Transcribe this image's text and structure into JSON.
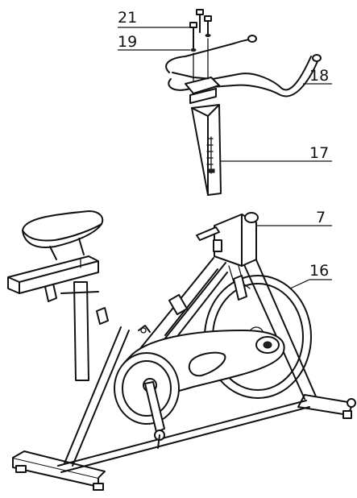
{
  "callouts": [
    {
      "id": "c21",
      "label": "21"
    },
    {
      "id": "c19",
      "label": "19"
    },
    {
      "id": "c18",
      "label": "18"
    },
    {
      "id": "c17",
      "label": "17"
    },
    {
      "id": "c7",
      "label": "7"
    },
    {
      "id": "c16",
      "label": "16"
    }
  ]
}
